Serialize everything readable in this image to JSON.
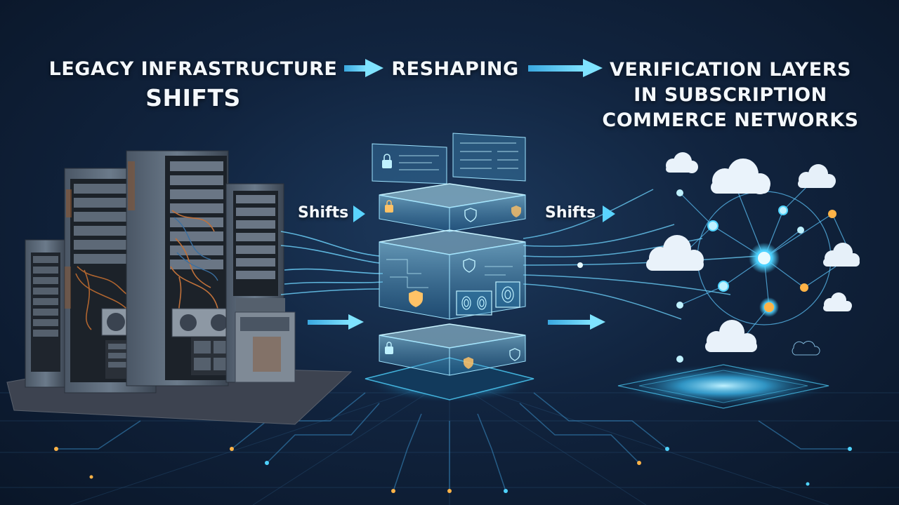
{
  "headings": {
    "legacy_line1": "LEGACY INFRASTRUCTURE",
    "legacy_line2": "SHIFTS",
    "reshaping": "RESHAPING",
    "verification_line1": "VERIFICATION LAYERS",
    "verification_line2": "IN SUBSCRIPTION",
    "verification_line3": "COMMERCE NETWORKS"
  },
  "flow_labels": {
    "left": "Shifts",
    "right": "Shifts"
  },
  "colors": {
    "background": "#11243f",
    "glow": "#4fd3ff",
    "rust": "#b0652f",
    "accent_orange": "#ffb347",
    "text": "#f4f8fc"
  },
  "icons": [
    "server-rack-icon",
    "lock-icon",
    "shield-icon",
    "fingerprint-icon",
    "cloud-icon",
    "network-node-icon",
    "arrow-right-icon"
  ]
}
